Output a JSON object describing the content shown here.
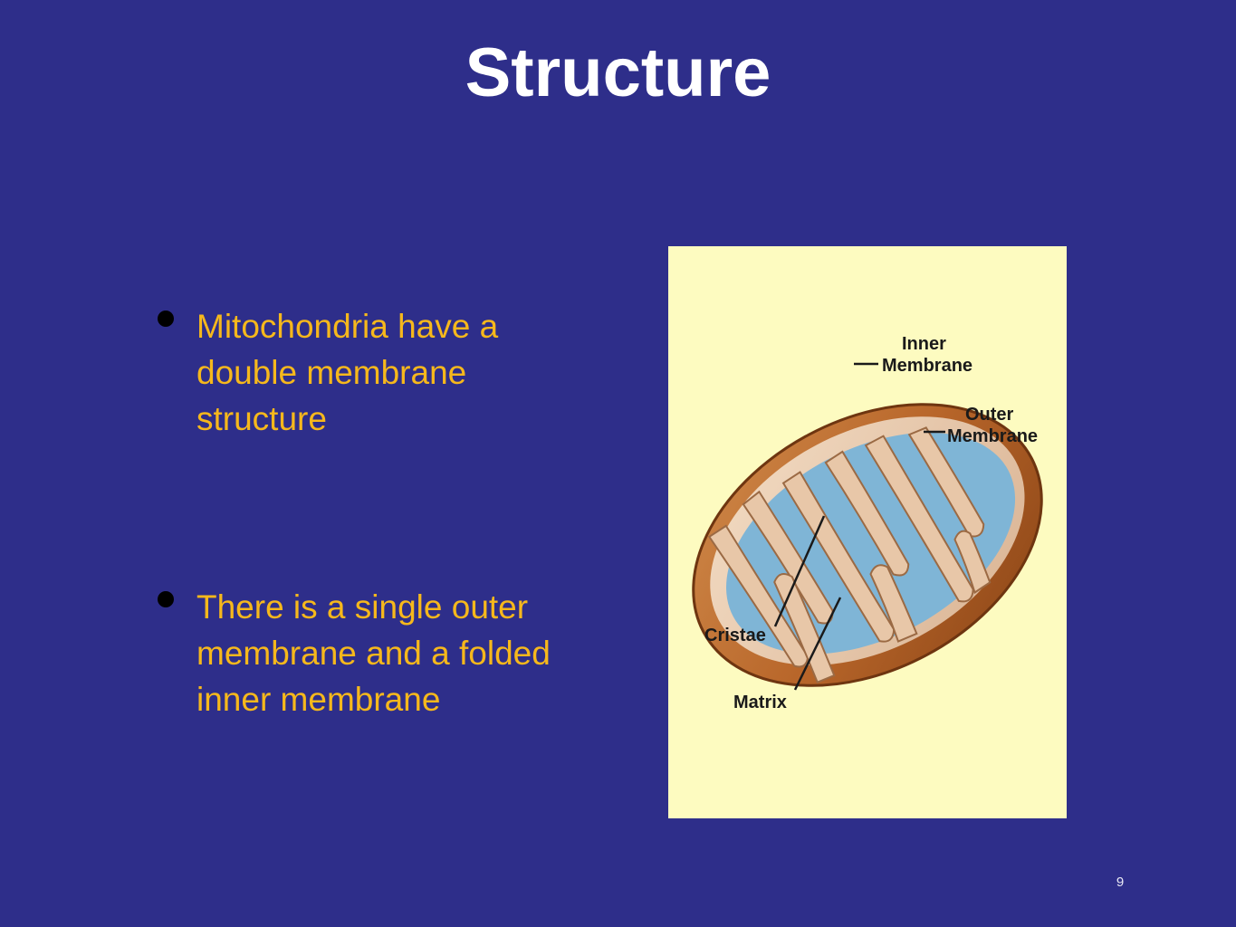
{
  "slide": {
    "title": "Structure",
    "page_number": "9"
  },
  "bullets": [
    {
      "text": "Mitochondria have a double membrane structure"
    },
    {
      "text": "There is a single outer membrane and a folded inner membrane"
    }
  ],
  "figure": {
    "labels": {
      "inner_line1": "Inner",
      "inner_line2": "Membrane",
      "outer_line1": "Outer",
      "outer_line2": "Membrane",
      "cristae": "Cristae",
      "matrix": "Matrix"
    }
  },
  "colors": {
    "background": "#2e2e8a",
    "title": "#ffffff",
    "bullet_text": "#f6b81c",
    "figure_background": "#fdfbc0",
    "outer_membrane": "#b8662a",
    "matrix": "#7fb5d6",
    "cristae_fold": "#e8c7a8"
  }
}
